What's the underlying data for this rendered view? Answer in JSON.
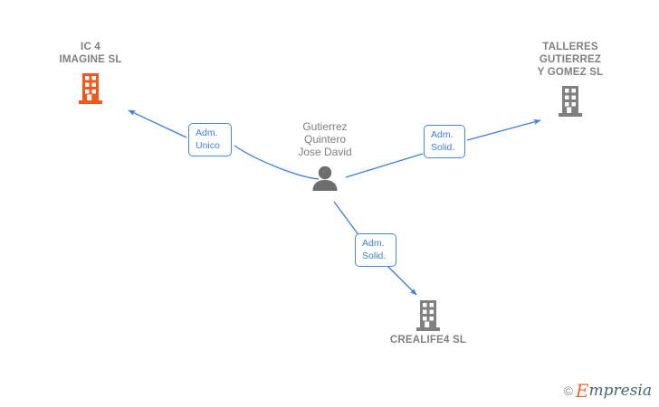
{
  "diagram": {
    "title": "Empresia corporate relationship diagram",
    "background_color": "#ffffff",
    "colors": {
      "edge": "#3f7fd0",
      "label_border": "#4a86d6",
      "label_text": "#3f7fd0",
      "company_gray": "#808080",
      "company_orange": "#f2581e",
      "person_gray": "#6e6e6e",
      "text_gray": "#808080"
    },
    "nodes": [
      {
        "id": "ic4",
        "name": "IC 4\nIMAGINE  SL",
        "type": "company",
        "icon": "building-icon",
        "icon_color": "#f2581e",
        "label_position": "above"
      },
      {
        "id": "talleres",
        "name": "TALLERES\nGUTIERREZ\nY GOMEZ SL",
        "type": "company",
        "icon": "building-icon",
        "icon_color": "#808080",
        "label_position": "above"
      },
      {
        "id": "person",
        "name": "Gutierrez\nQuintero\nJose David",
        "type": "person",
        "icon": "person-icon",
        "icon_color": "#6e6e6e",
        "label_position": "above"
      },
      {
        "id": "crealife",
        "name": "CREALIFE4  SL",
        "type": "company",
        "icon": "building-icon",
        "icon_color": "#808080",
        "label_position": "below"
      }
    ],
    "edges": [
      {
        "id": "edge-left",
        "from": "person",
        "to": "ic4",
        "label": "Adm.\nUnico",
        "direction": "to-target"
      },
      {
        "id": "edge-right",
        "from": "person",
        "to": "talleres",
        "label": "Adm.\nSolid.",
        "direction": "to-target"
      },
      {
        "id": "edge-bottom",
        "from": "person",
        "to": "crealife",
        "label": "Adm.\nSolid.",
        "direction": "to-target"
      }
    ],
    "watermark": {
      "copyright": "©",
      "brand_initial": "E",
      "brand_rest": "mpresia"
    }
  }
}
